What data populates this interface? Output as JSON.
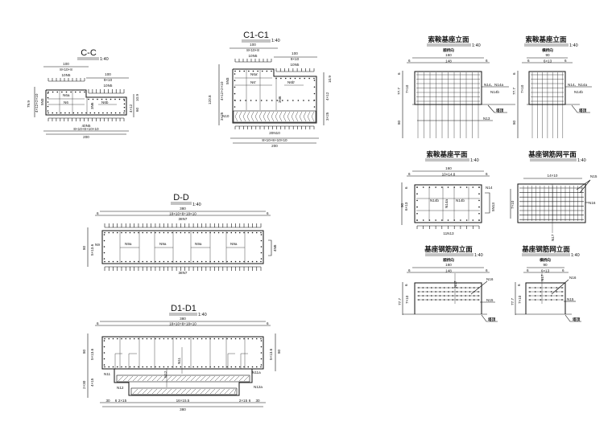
{
  "cc": {
    "title": "C-C",
    "scale": "1:40",
    "top_left": {
      "total": "100",
      "sub": "8×10+8",
      "bars": "10N5"
    },
    "top_right": {
      "total": "100",
      "sub": "9×10",
      "bars": "10N5"
    },
    "bottom": {
      "bars": "40N5",
      "sub": "8×10+8+10×10",
      "total": "200"
    },
    "left": {
      "total": "79.9",
      "sub": "4×12+2×10",
      "bars": "5N3"
    },
    "right": {
      "top": "10.9",
      "sub": "4×12",
      "total": "60"
    },
    "labels": {
      "n6a": "N6a",
      "n6": "N6",
      "n6b": "N6b",
      "n3n6": "3N6"
    }
  },
  "c1c1": {
    "title": "C1-C1",
    "scale": "1:40",
    "top_left": {
      "total": "100",
      "sub": "8×10+8",
      "bars": "10N5"
    },
    "top_right": {
      "total": "100",
      "sub": "9×10",
      "bars": "10N5"
    },
    "bottom": {
      "bars": "20N10",
      "sub": "8×10+8+10×10",
      "total": "200"
    },
    "left": {
      "total": "120.8",
      "sub": "4×12+2×10",
      "bars": "5N3",
      "lower": "3×25"
    },
    "right": {
      "top": "10.9",
      "sub": "4×12",
      "lower": "3×25"
    },
    "labels": {
      "n6a": "N6a'",
      "n6": "N6'",
      "n6b": "N6b'",
      "n3n6": "3N6",
      "n10": "N10"
    }
  },
  "dd": {
    "title": "D-D",
    "scale": "1:40",
    "total": "380",
    "sub": "18×10+8+18×10",
    "side": "6",
    "top_bars": "38N7",
    "bottom_bars": "38N7",
    "left": {
      "total": "80",
      "sub": "5×13.6"
    },
    "right_bars": "4N8",
    "labels": {
      "n9": "N9",
      "n9a": [
        "N9a",
        "N9a",
        "N9a",
        "N9a"
      ]
    }
  },
  "d1d1": {
    "title": "D1-D1",
    "scale": "1:40",
    "total": "380",
    "sub": "18×10+8+18×10",
    "side": "6",
    "left": {
      "upper_total": "80",
      "upper_sub": "5×13.6",
      "lower_total": "2×30",
      "lower_sub": "4×15"
    },
    "right": {
      "total": "80",
      "sub": "5×13.6"
    },
    "labels": {
      "n11": "N11",
      "n11a": "N11a",
      "n12": "N12",
      "n12a": "N12a",
      "n11_v": "N11",
      "n12_v": "N12"
    },
    "bottom_segments": [
      "30",
      "6",
      "2×15",
      "16×15.5",
      "2×15",
      "6",
      "30"
    ],
    "bottom_total": "380"
  },
  "saddle_elev_long": {
    "title": "索鞍基座立面",
    "scale": "1:40",
    "direction": "顺桥向",
    "total": "160",
    "sub": "148",
    "side": "6",
    "left": {
      "top": "6",
      "total": "77.7",
      "sub": "7×10",
      "pile": "80"
    },
    "labels": {
      "n14": "N14、N14a",
      "n14b": "N14b",
      "n13": "N13",
      "tower_top": "塔顶"
    }
  },
  "saddle_elev_trans": {
    "title": "索鞍基座立面",
    "scale": "1:40",
    "direction": "横桥向",
    "total": "90",
    "sub": "6×13",
    "side": "6",
    "left": {
      "top": "6",
      "total": "77.7",
      "sub": "7×10",
      "pile": "80"
    },
    "labels": {
      "n14": "N14、N14a",
      "n14b": "N14b",
      "tower_top": "塔顶"
    }
  },
  "saddle_plan": {
    "title": "索鞍基座平面",
    "scale": "1:40",
    "total": "160",
    "sub": "10×14.8",
    "side": "6",
    "left": {
      "total": "90",
      "sub": "6×13",
      "edge": "6"
    },
    "labels": {
      "n14": "N14",
      "n14b_left": "N14b",
      "n14a": "N14a",
      "n14b_right": "N14b",
      "right_bars": "5N13",
      "bottom_bars": "11N13"
    }
  },
  "mesh_plan": {
    "title": "基座钢筋网平面",
    "scale": "1:40",
    "top": "14×10",
    "left": "7×10",
    "labels": {
      "n15": "N15",
      "n16": "N16",
      "n17": "N17"
    }
  },
  "mesh_elev_long": {
    "title": "基座钢筋网立面",
    "scale": "1:40",
    "direction": "顺桥向",
    "total": "160",
    "sub": "148",
    "side": "6",
    "left": {
      "top": "6",
      "total": "77.7",
      "sub": "7×10"
    },
    "labels": {
      "n17": "N17",
      "n16": "N16",
      "n15": "N15",
      "tower_top": "塔顶"
    }
  },
  "mesh_elev_trans": {
    "title": "基座钢筋网立面",
    "scale": "1:40",
    "direction": "横桥向",
    "total": "90",
    "sub": "6×13",
    "side": "6",
    "left": {
      "top": "6",
      "total": "77.7",
      "sub": "7×10"
    },
    "labels": {
      "n17": "N17",
      "n16": "N16",
      "n15": "N15",
      "tower_top": "塔顶"
    }
  }
}
